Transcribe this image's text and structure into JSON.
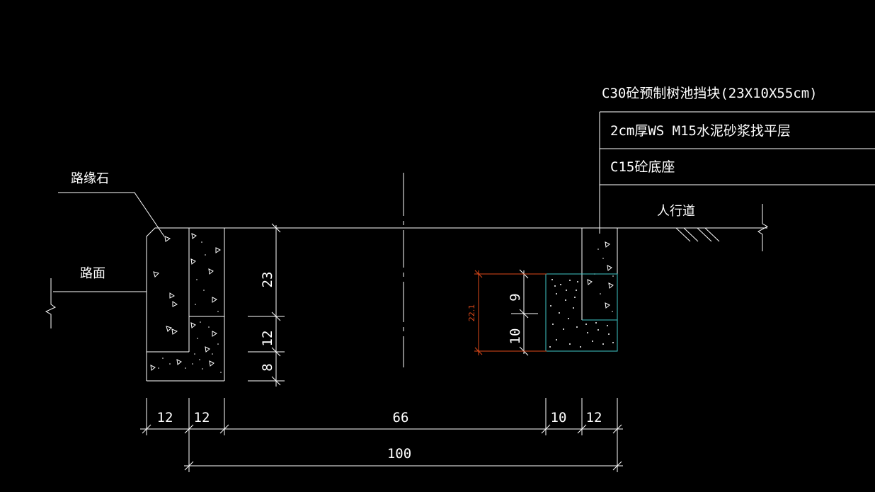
{
  "colors": {
    "background": "#000000",
    "line": "#ffffff",
    "cyan_outline": "#40c8c8",
    "orange_dimension": "#e04a1a"
  },
  "labels": {
    "curb_stone": "路缘石",
    "road_surface": "路面",
    "sidewalk": "人行道"
  },
  "legend": {
    "title": "C30砼预制树池挡块(23X10X55cm)",
    "row1": "2cm厚WS M15水泥砂浆找平层",
    "row2": "C15砼底座"
  },
  "dimensions": {
    "curb_height_top": "23",
    "curb_height_mid": "12",
    "curb_height_bot": "8",
    "block_upper": "9",
    "block_lower": "10",
    "block_total_red": "22.1",
    "bottom_w1": "12",
    "bottom_w2": "12",
    "bottom_span": "66",
    "bottom_w3": "10",
    "bottom_w4": "12",
    "overall": "100"
  }
}
